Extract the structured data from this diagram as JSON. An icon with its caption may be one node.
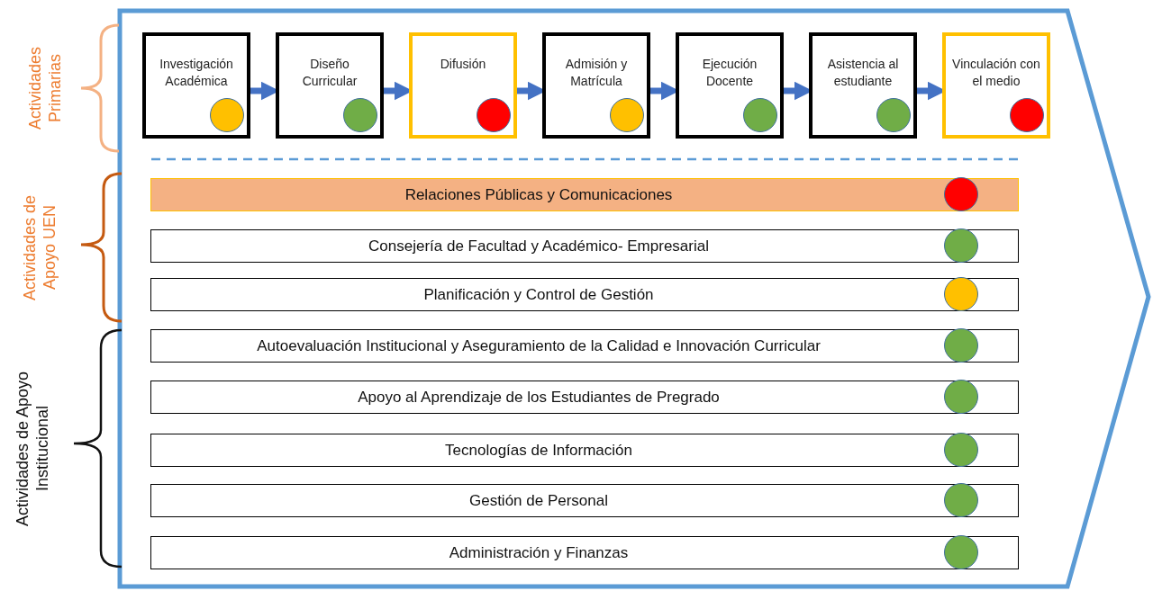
{
  "diagram": {
    "nodes": [
      {
        "text": [
          "Investigación Académica"
        ]
      },
      {
        "text": [],
        "shape": "circle",
        "in": 0
      },
      {
        "text": [
          "Diseño Curricular"
        ]
      },
      {
        "text": [],
        "shape": "circle",
        "in": 2
      },
      {
        "text": [
          "Difusión"
        ]
      },
      {
        "text": [],
        "shape": "circle",
        "in": 4
      },
      {
        "text": [
          "Admisión y Matrícula"
        ]
      },
      {
        "text": [],
        "shape": "circle",
        "in": 6
      },
      {
        "text": [
          "Ejecución Docente"
        ]
      },
      {
        "text": [],
        "shape": "circle",
        "in": 8
      },
      {
        "text": [
          "Asistencia al estudiante"
        ]
      },
      {
        "text": [],
        "shape": "circle",
        "in": 10
      },
      {
        "text": [
          "Vinculación con el medio"
        ]
      },
      {
        "text": [],
        "shape": "circle",
        "in": 12
      },
      {
        "text": [
          "Relaciones Públicas y Comunicaciones"
        ]
      },
      {
        "text": [],
        "shape": "circle",
        "in": 14
      },
      {
        "text": [
          "Consejería de Facultad y Académico- Empresarial"
        ]
      },
      {
        "text": [],
        "shape": "circle",
        "in": 16
      },
      {
        "text": [
          "Planificación y Control de Gestión"
        ]
      },
      {
        "text": [],
        "shape": "circle",
        "in": 18
      },
      {
        "text": [
          "Autoevaluación Institucional y Aseguramiento de la Calidad e Innovación Curricular"
        ]
      },
      {
        "text": [],
        "shape": "circle",
        "in": 20
      },
      {
        "text": [
          "Apoyo al Aprendizaje de los Estudiantes de Pregrado"
        ]
      },
      {
        "text": [],
        "shape": "circle",
        "in": 22
      },
      {
        "text": [
          "Tecnologías de Información"
        ]
      },
      {
        "text": [],
        "shape": "circle",
        "in": 24
      },
      {
        "text": [
          "Gestión de Personal"
        ]
      },
      {
        "text": [],
        "shape": "circle",
        "in": 26
      },
      {
        "text": [
          "Administración y Finanzas"
        ]
      },
      {
        "text": [],
        "shape": "circle",
        "in": 28
      }
    ],
    "edges": [
      {
        "from": 0,
        "to": 2,
        "arrow": "to"
      },
      {
        "from": 2,
        "to": 4,
        "arrow": "to"
      },
      {
        "from": 4,
        "to": 6,
        "arrow": "to"
      },
      {
        "from": 6,
        "to": 8,
        "arrow": "to"
      },
      {
        "from": 8,
        "to": 10,
        "arrow": "to"
      },
      {
        "from": 10,
        "to": 12,
        "arrow": "to"
      }
    ],
    "labels": [
      "Actividades Primarias",
      "Actividades de Apoyo UEN",
      "Actividades de Apoyo Institucional"
    ]
  }
}
